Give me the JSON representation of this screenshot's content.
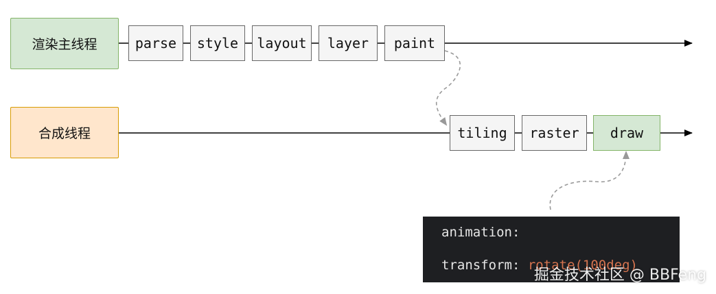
{
  "threads": {
    "main": "渲染主线程",
    "compositor": "合成线程"
  },
  "main_stages": [
    "parse",
    "style",
    "layout",
    "layer",
    "paint"
  ],
  "compositor_stages": [
    "tiling",
    "raster",
    "draw"
  ],
  "code": {
    "line1": "animation:",
    "line2_prop": "transform: ",
    "line2_value": "rotate(100deg)"
  },
  "watermark": "掘金技术社区 @ BBFeng",
  "colors": {
    "main_thread_fill": "#d5e8d4",
    "main_thread_border": "#82b366",
    "compositor_thread_fill": "#ffe6cc",
    "compositor_thread_border": "#d79b00",
    "stage_fill": "#f5f5f5",
    "stage_border": "#666666",
    "draw_fill": "#d5e8d4",
    "code_background": "#1e1f22",
    "code_value": "#d6744f",
    "dashed_connector": "#999999"
  }
}
